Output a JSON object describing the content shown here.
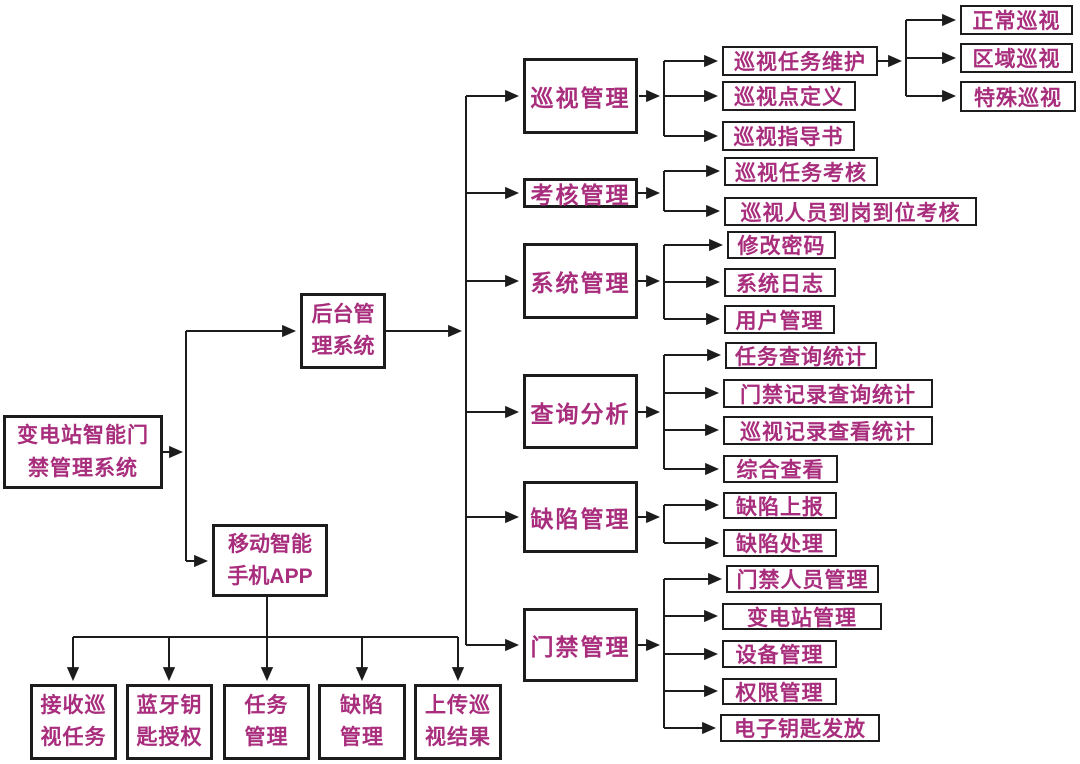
{
  "colors": {
    "text": "#a82d7c",
    "line": "#1c1c1c",
    "background": "#ffffff"
  },
  "nodes": {
    "root": "变电站智能门\n禁管理系统",
    "backend": "后台管\n理系统",
    "app": "移动智能\n手机APP",
    "modules": [
      "巡视管理",
      "考核管理",
      "系统管理",
      "查询分析",
      "缺陷管理",
      "门禁管理"
    ],
    "patrol": [
      "巡视任务维护",
      "巡视点定义",
      "巡视指导书"
    ],
    "patrol_types": [
      "正常巡视",
      "区域巡视",
      "特殊巡视"
    ],
    "assess": [
      "巡视任务考核",
      "巡视人员到岗到位考核"
    ],
    "system": [
      "修改密码",
      "系统日志",
      "用户管理"
    ],
    "query": [
      "任务查询统计",
      "门禁记录查询统计",
      "巡视记录查看统计",
      "综合查看"
    ],
    "defect": [
      "缺陷上报",
      "缺陷处理"
    ],
    "access": [
      "门禁人员管理",
      "变电站管理",
      "设备管理",
      "权限管理",
      "电子钥匙发放"
    ],
    "app_functions": [
      "接收巡\n视任务",
      "蓝牙钥\n匙授权",
      "任务\n管理",
      "缺陷\n管理",
      "上传巡\n视结果"
    ]
  }
}
